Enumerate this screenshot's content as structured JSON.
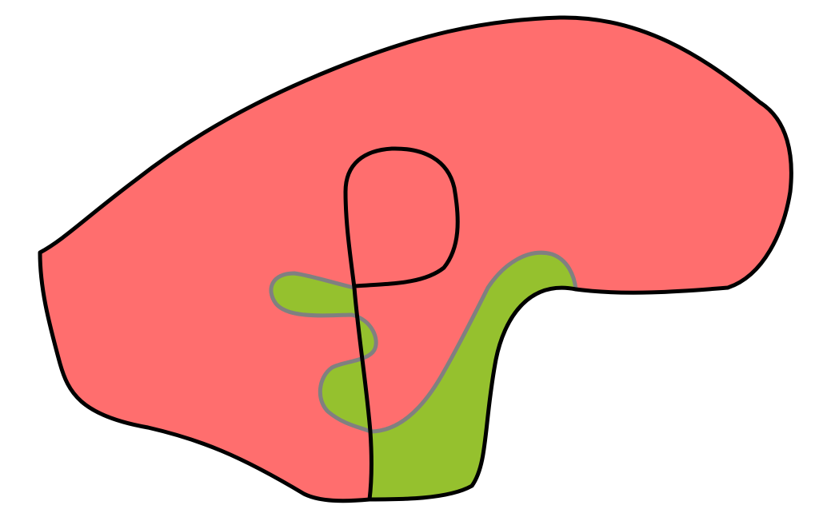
{
  "diagram": {
    "regions": [
      {
        "name": "red-region",
        "fill": "#ff6e6e"
      },
      {
        "name": "green-region",
        "fill": "#95c12e"
      }
    ],
    "curves": [
      {
        "name": "black-boundary",
        "stroke": "#000000"
      },
      {
        "name": "gray-boundary",
        "stroke": "#808080"
      }
    ]
  }
}
